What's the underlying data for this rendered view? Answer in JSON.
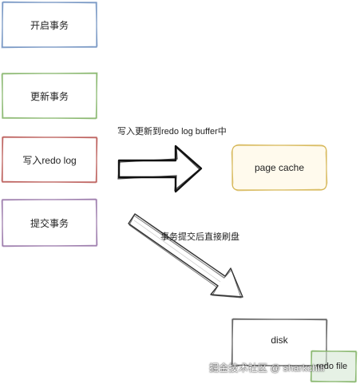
{
  "nodes": {
    "start_tx": "开启事务",
    "update_tx": "更新事务",
    "write_redo": "写入redo log",
    "commit_tx": "提交事务",
    "page_cache": "page cache",
    "disk": "disk",
    "redo_file": "redo file"
  },
  "edges": {
    "write_buffer_label": "写入更新到redo log buffer中",
    "commit_flush_label": "事务提交后直接刷盘"
  },
  "watermark": "掘金技术社区 @ sharkchili",
  "colors": {
    "blue_stroke": "#6c8ebf",
    "green_stroke": "#82b366",
    "red_stroke": "#b85450",
    "purple_stroke": "#9673a6",
    "yellow_stroke": "#d6b656",
    "yellow_fill": "#fff2cc",
    "dark_stroke": "#555555",
    "lime_stroke": "#82b366",
    "lime_fill": "#d5e8d4"
  }
}
